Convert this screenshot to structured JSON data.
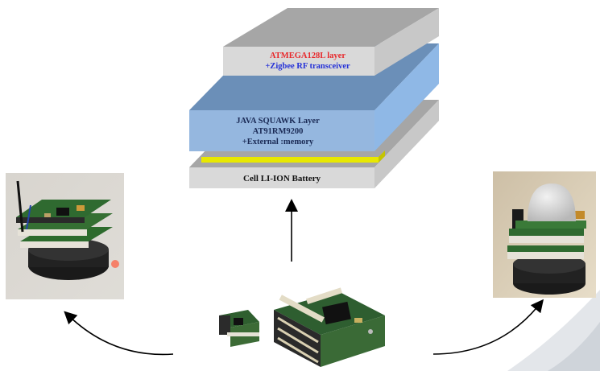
{
  "stack": {
    "top_layer": {
      "line1": "ATMEGA128L layer",
      "line2": "+Zigbee RF transceiver",
      "line1_color": "#e8282b",
      "line2_color": "#2431d8"
    },
    "middle_layer": {
      "line1": "JAVA SQUAWK Layer",
      "line2": "AT91RM9200",
      "line3": "+External :memory",
      "text_color": "#1a2a55"
    },
    "bottom_layer": {
      "label": "Cell LI-ION Battery",
      "text_color": "#111111"
    },
    "colors": {
      "gray_front": "#d9d9d9",
      "gray_top": "#a6a6a6",
      "gray_side": "#c8c8c8",
      "blue_front": "#95b7df",
      "blue_top": "#6b8fb8",
      "blue_side": "#8fb8e6",
      "yellow": "#e8e800"
    }
  },
  "photos": {
    "left": "sensor-node-with-antenna",
    "right": "sensor-node-with-pir-dome",
    "bottom": "pcb-modules"
  }
}
